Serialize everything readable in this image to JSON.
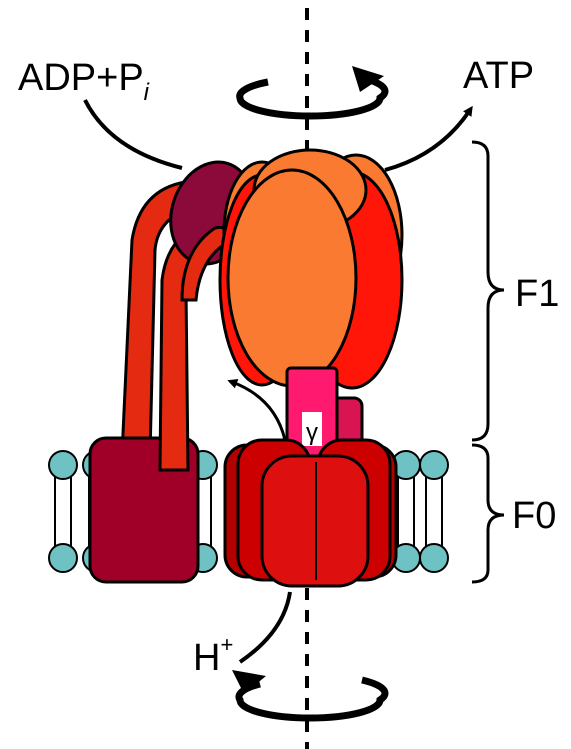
{
  "labels": {
    "substrate": "ADP+P",
    "substrate_subscript": "i",
    "product": "ATP",
    "f1": "F1",
    "f0": "F0",
    "proton": "H",
    "proton_charge": "+",
    "gamma": "γ"
  },
  "colors": {
    "lipid_head": "#6fc2c4",
    "stator_dark": "#a00028",
    "stator_arm": "#e42a10",
    "stator_cap": "#8b0a3a",
    "f1_orange": "#f97a30",
    "f1_red": "#ff1608",
    "gamma_pink": "#ff1a70",
    "gamma_stalk": "#d91452",
    "c_ring_dark": "#b30000",
    "c_ring": "#cc0000",
    "c_ring_light": "#dd0f0f"
  },
  "icons": [
    "rotation-arrow-icon",
    "rotation-arrow-icon",
    "curved-arrow-icon",
    "brace-icon"
  ]
}
